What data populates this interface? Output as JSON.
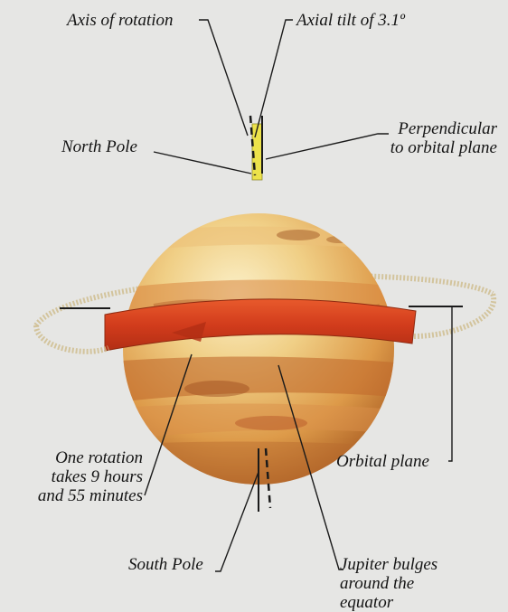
{
  "labels": {
    "axis_of_rotation": "Axis of rotation",
    "axial_tilt": "Axial tilt of 3.1º",
    "perpendicular": [
      "Perpendicular",
      "to orbital plane"
    ],
    "north_pole": "North Pole",
    "one_rotation": [
      "One rotation",
      "takes 9 hours",
      "and 55 minutes"
    ],
    "orbital_plane": "Orbital plane",
    "south_pole": "South Pole",
    "bulges": [
      "Jupiter bulges",
      "around the",
      "equator"
    ]
  },
  "colors": {
    "background": "#e6e6e4",
    "planet_light": "#f6e6b2",
    "planet_mid": "#e3a652",
    "planet_dark": "#a9581f",
    "rotation_band": "#d9421f",
    "axis_yellow": "#ece24a",
    "orbit_ring": "#cdbb8e",
    "leader": "#1a1a1a"
  }
}
